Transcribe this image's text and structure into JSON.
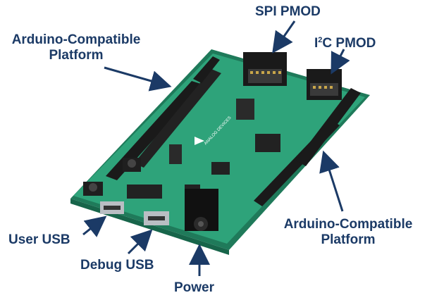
{
  "labels": {
    "spi_pmod": "SPI PMOD",
    "i2c_pmod_prefix": "I",
    "i2c_pmod_sup": "2",
    "i2c_pmod_suffix": "C PMOD",
    "arduino_left_line1": "Arduino-Compatible",
    "arduino_left_line2": "Platform",
    "arduino_right_line1": "Arduino-Compatible",
    "arduino_right_line2": "Platform",
    "user_usb": "User USB",
    "debug_usb": "Debug USB",
    "power": "Power"
  },
  "board": {
    "chip_marking": "ANALOG DEVICES"
  },
  "colors": {
    "label_text": "#1b3a66",
    "arrow": "#1b3a66",
    "pcb": "#2ea37a",
    "pcb_edge": "#1f7a5a",
    "header_black": "#1a1a1a",
    "background": "#ffffff"
  }
}
